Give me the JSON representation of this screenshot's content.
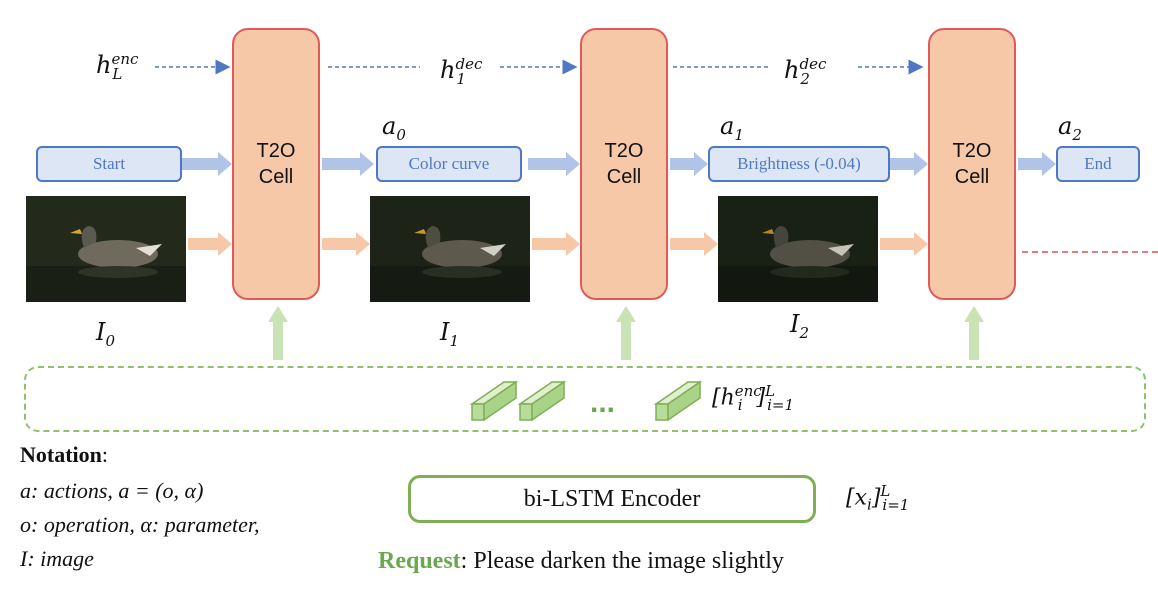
{
  "cells": {
    "label_line1": "T2O",
    "label_line2": "Cell"
  },
  "actions": {
    "start": "Start",
    "a0": "Color curve",
    "a1": "Brightness (-0.04)",
    "end": "End"
  },
  "math": {
    "h_enc_L": {
      "base": "h",
      "sup": "enc",
      "sub": "L"
    },
    "h_dec_1": {
      "base": "h",
      "sup": "dec",
      "sub": "1"
    },
    "h_dec_2": {
      "base": "h",
      "sup": "dec",
      "sub": "2"
    },
    "a0": {
      "base": "a",
      "sub": "0"
    },
    "a1": {
      "base": "a",
      "sub": "1"
    },
    "a2": {
      "base": "a",
      "sub": "2"
    },
    "I0": {
      "base": "I",
      "sub": "0"
    },
    "I1": {
      "base": "I",
      "sub": "1"
    },
    "I2": {
      "base": "I",
      "sub": "2"
    },
    "h_enc_seq": {
      "open": "[",
      "base": "h",
      "sup_inner": "enc",
      "sub_inner": "i",
      "close": "]",
      "sub": "i=1",
      "sup": "L"
    },
    "x_seq": {
      "open": "[",
      "base": "x",
      "sub_inner": "i",
      "close": "]",
      "sub": "i=1",
      "sup": "L"
    }
  },
  "encoder": {
    "ellipsis": "...",
    "lstm_label": "bi-LSTM Encoder"
  },
  "notation": {
    "title": "Notation",
    "colon": ":",
    "line1": "a: actions, a = (o, α)",
    "line2": "o: operation, α: parameter,",
    "line3": "I: image"
  },
  "request": {
    "label": "Request",
    "text": ": Please darken the image slightly"
  },
  "colors": {
    "cell_fill": "#f6c8a8",
    "cell_border": "#e05a5a",
    "action_fill": "#dde6f5",
    "action_border": "#4f78c4",
    "encoder_green": "#8fc06c",
    "request_green": "#6aa84f",
    "dashed_blue": "#4f78c4",
    "dashed_red": "#d9534f"
  }
}
